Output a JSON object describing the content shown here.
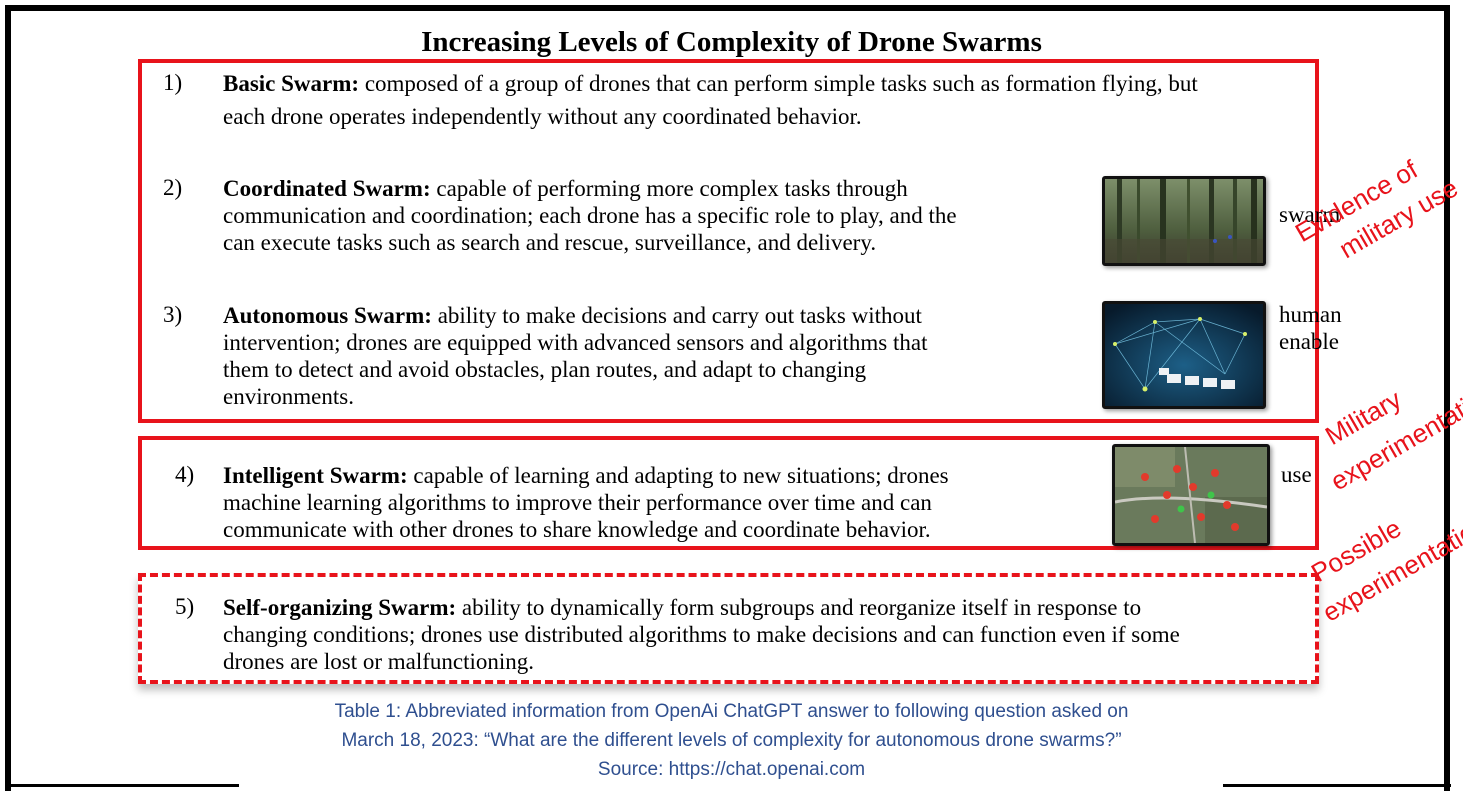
{
  "title": "Increasing Levels of Complexity of Drone Swarms",
  "items": [
    {
      "number": "1)",
      "name": "Basic Swarm:",
      "line1": " composed of a group of drones that can perform simple tasks such as formation flying, but",
      "line2": "each drone operates independently without any coordinated behavior."
    },
    {
      "number": "2)",
      "name": "Coordinated Swarm:",
      "line1": " capable of performing more complex tasks through",
      "line2": "communication and coordination; each drone has a specific role to play, and the",
      "line3": "can execute tasks such as search and rescue, surveillance, and delivery.",
      "side1": "swarm"
    },
    {
      "number": "3)",
      "name": "Autonomous Swarm:",
      "line1": " ability to make decisions and carry out tasks without",
      "line2": "intervention; drones are equipped with advanced sensors and algorithms that",
      "line3": "them to detect and avoid obstacles, plan routes, and adapt to changing",
      "line4": "environments.",
      "side1": "human",
      "side2": "enable"
    },
    {
      "number": "4)",
      "name": "Intelligent Swarm:",
      "line1": " capable of learning and adapting to new situations; drones",
      "line2": "machine learning algorithms to improve their performance over time and can",
      "line3": "communicate with other drones to share knowledge and coordinate behavior.",
      "side1": "use"
    },
    {
      "number": "5)",
      "name": "Self-organizing Swarm:",
      "line1": " ability to dynamically form subgroups and reorganize itself in response to",
      "line2": "changing conditions; drones use distributed algorithms to make decisions and can function even if some",
      "line3": "drones are lost or malfunctioning."
    }
  ],
  "annotations": {
    "evidence_l1": "Evidence of",
    "evidence_l2": "military use",
    "military_l1": "Military",
    "military_l2": "experimentation",
    "possible_l1": "Possible",
    "possible_l2": "experimentation"
  },
  "caption": {
    "line1": "Table 1: Abbreviated information from OpenAi ChatGPT answer to following question asked on",
    "line2": "March 18, 2023: “What are the different levels of complexity for autonomous drone swarms?”",
    "line3": "Source: https://chat.openai.com"
  },
  "colors": {
    "annotation": "#e8131b",
    "caption": "#2f4f8f"
  }
}
